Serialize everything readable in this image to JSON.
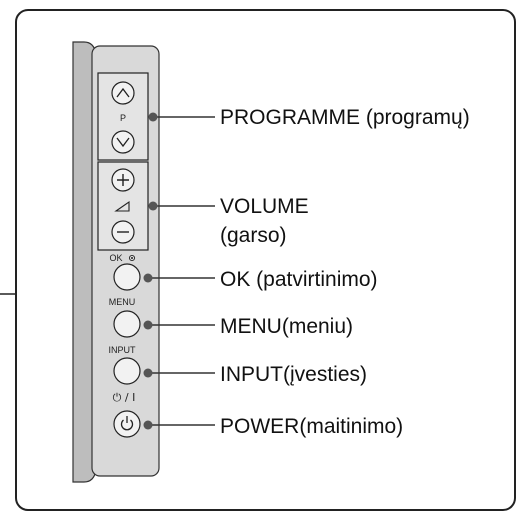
{
  "panel": {
    "program_letter": "P",
    "volume_symbol": "⊿",
    "ok_caption": "OK",
    "menu_caption": "MENU",
    "input_caption": "INPUT",
    "power_caption": "⏻ / I",
    "plus_sign": "+",
    "minus_sign": "−",
    "up_arrow": "⌃",
    "down_arrow": "⌄"
  },
  "callouts": {
    "programme": "PROGRAMME (programų)",
    "volume_line1": "VOLUME",
    "volume_line2": "(garso)",
    "ok": "OK (patvirtinimo)",
    "menu": "MENU(meniu)",
    "input": "INPUT(įvesties)",
    "power": "POWER(maitinimo)"
  }
}
